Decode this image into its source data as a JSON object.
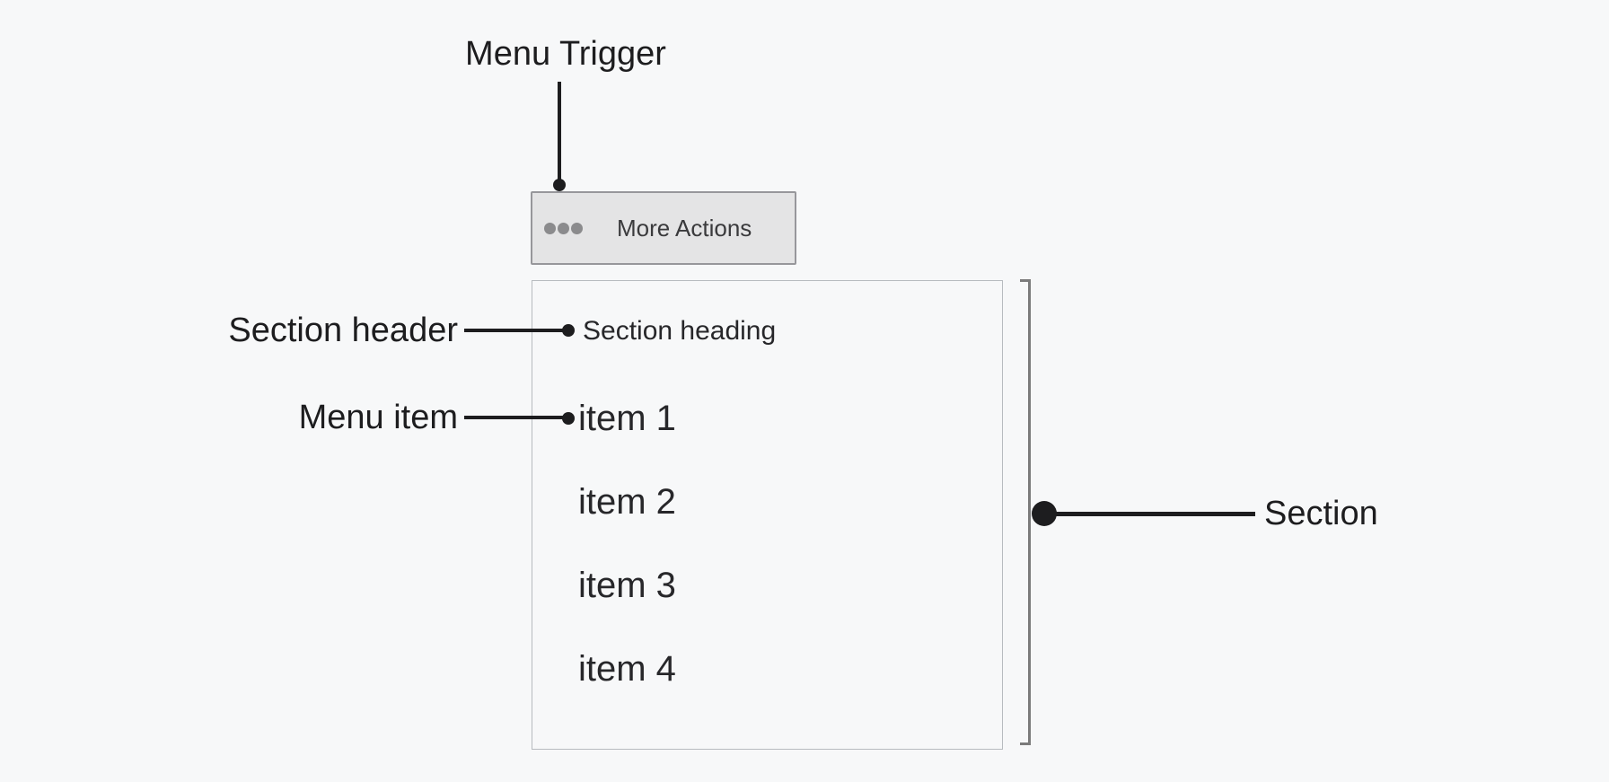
{
  "annotations": {
    "menu_trigger": "Menu Trigger",
    "section_header": "Section header",
    "menu_item": "Menu item",
    "section": "Section"
  },
  "trigger_button": {
    "label": "More Actions",
    "icon": "ellipsis-icon"
  },
  "menu": {
    "section_heading": "Section heading",
    "items": [
      "item 1",
      "item 2",
      "item 3",
      "item 4"
    ]
  },
  "colors": {
    "background": "#f7f8f9",
    "annotation": "#1d1d1f",
    "bracket": "#7b7b7b",
    "button_background": "#e4e4e5",
    "button_border": "#97979b",
    "button_text": "#3a3a3c",
    "ellipsis_dots": "#8b8b8d",
    "panel_border": "#b7bbbf",
    "menu_text": "#27272a"
  }
}
